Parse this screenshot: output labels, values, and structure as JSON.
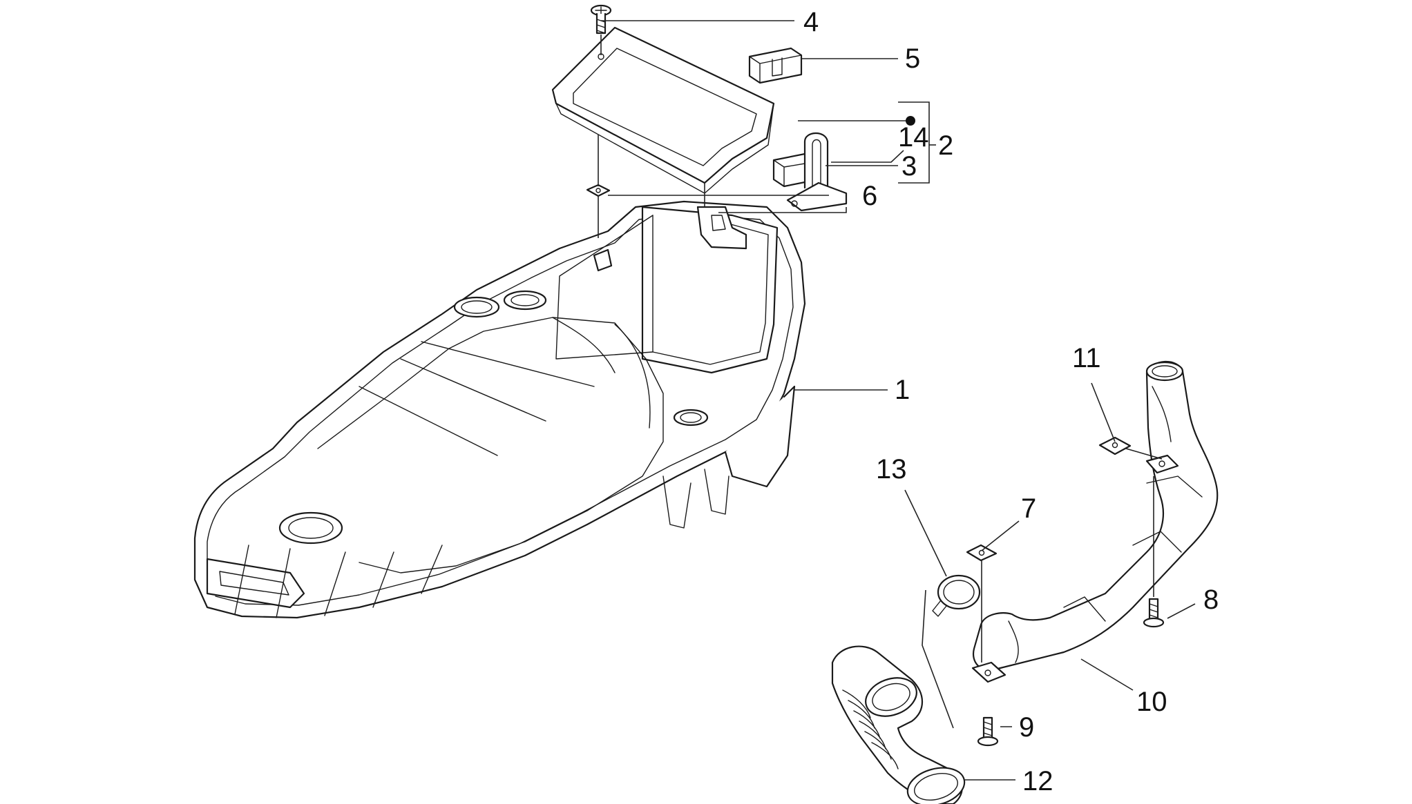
{
  "diagram": {
    "colors": {
      "ink": "#1a1a1a",
      "paper": "#ffffff"
    },
    "callouts": [
      "1",
      "2",
      "3",
      "4",
      "5",
      "6",
      "7",
      "8",
      "9",
      "10",
      "11",
      "12",
      "13",
      "14"
    ]
  }
}
